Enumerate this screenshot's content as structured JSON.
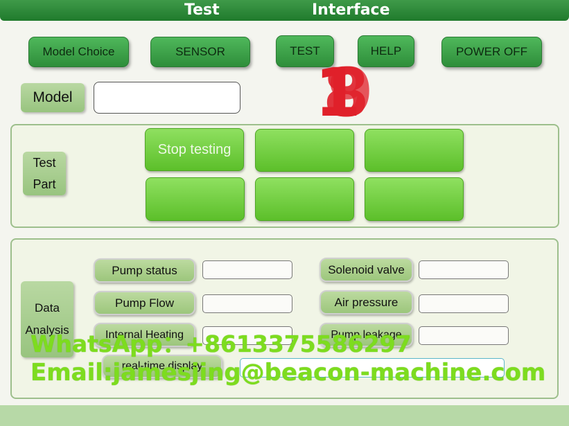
{
  "header": {
    "title_left": "Test",
    "title_right": "Interface"
  },
  "toolbar": {
    "model_choice": "Model Choice",
    "sensor": "SENSOR",
    "test": "TEST",
    "help": "HELP",
    "power_off": "POWER OFF"
  },
  "model": {
    "label": "Model",
    "value": ""
  },
  "counter": {
    "digits": [
      "1",
      "8",
      "9"
    ]
  },
  "test_part": {
    "label_line1": "Test",
    "label_line2": "Part",
    "buttons": [
      "Stop testing",
      "",
      "",
      "",
      "",
      ""
    ]
  },
  "data_analysis": {
    "label_line1": "Data",
    "label_line2": "Analysis",
    "pump_status": "Pump status",
    "pump_flow": "Pump Flow",
    "internal_heating": "Internal Heating",
    "realtime_display": "real-time display",
    "solenoid_valve": "Solenoid valve",
    "air_pressure": "Air pressure",
    "pump_leak": "Pump leakage"
  },
  "watermark": {
    "line1": "WhatsApp：+8613375586297",
    "line2": "Email:jamesjing@beacon-machine.com"
  },
  "colors": {
    "accent": "#2e8e3a",
    "button_green": "#6ccd38",
    "counter_red": "#e0202a"
  }
}
